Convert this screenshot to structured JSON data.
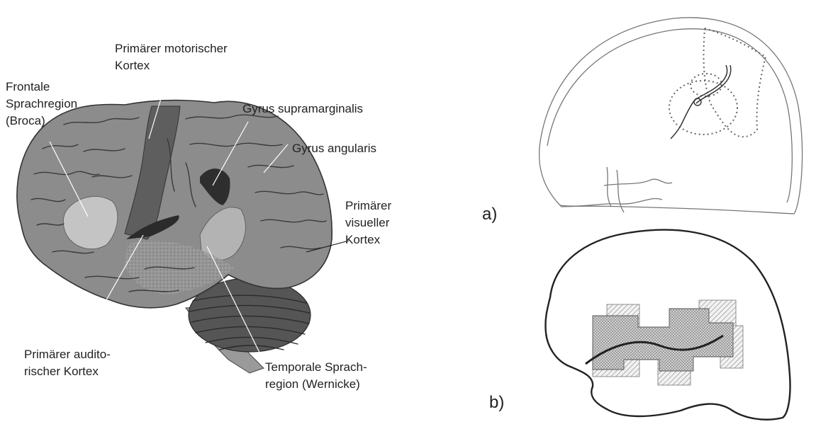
{
  "left_panel": {
    "labels": {
      "motor_line1": "Primärer motorischer",
      "motor_line2": "Kortex",
      "broca_line1": "Frontale",
      "broca_line2": "Sprachregion",
      "broca_line3": "(Broca)",
      "supramarginal": "Gyrus supramarginalis",
      "angular": "Gyrus angularis",
      "visual_line1": "Primärer",
      "visual_line2": "visueller",
      "visual_line3": "Kortex",
      "auditory_line1": "Primärer audito-",
      "auditory_line2": "rischer Kortex",
      "wernicke_line1": "Temporale Sprach-",
      "wernicke_line2": "region (Wernicke)"
    }
  },
  "right_panel": {
    "label_a": "a)",
    "label_b": "b)"
  },
  "colors": {
    "brain_gray": "#8c8c8c",
    "motor_dark": "#5e5e5e",
    "broca_light": "#c4c4c4",
    "wernicke_light": "#b3b3b3",
    "supramarginal_dark": "#2e2e2e",
    "cerebellum": "#555555",
    "brainstem": "#9a9a9a"
  }
}
